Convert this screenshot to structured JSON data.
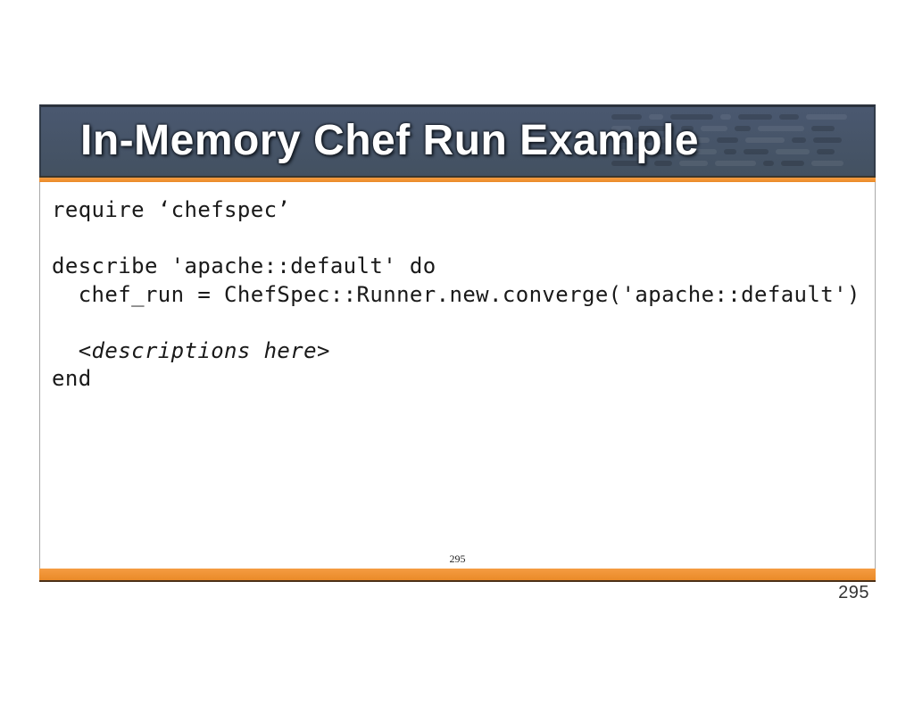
{
  "slide": {
    "title": "In-Memory Chef Run Example",
    "inner_page_number": "295",
    "page_number": "295",
    "colors": {
      "header_bg": "#465365",
      "accent_orange": "#ef9233",
      "code_text": "#191919",
      "title_text": "#ffffff"
    },
    "code": {
      "language": "ruby",
      "lines": [
        {
          "text": "require ‘chefspec’",
          "italic": false
        },
        {
          "text": "",
          "italic": false
        },
        {
          "text": "describe 'apache::default' do",
          "italic": false
        },
        {
          "text": "  chef_run = ChefSpec::Runner.new.converge('apache::default')",
          "italic": false
        },
        {
          "text": "",
          "italic": false
        },
        {
          "text": "  <descriptions here>",
          "italic": true
        },
        {
          "text": "end",
          "italic": false
        }
      ]
    }
  }
}
